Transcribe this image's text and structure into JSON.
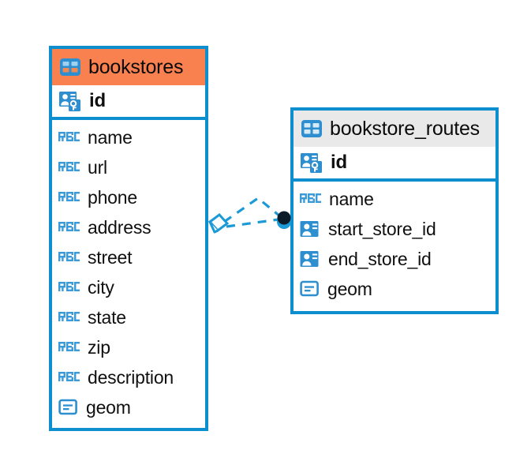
{
  "diagram": {
    "type": "entity-relationship-diagram",
    "background": "#ffffff",
    "accent_color": "#0d8ecf",
    "header_highlight_color": "#f98150",
    "header_default_color": "#e9e9e9",
    "text_color": "#101010"
  },
  "entities": [
    {
      "id": "bookstores",
      "name": "bookstores",
      "header_icon": "table-icon",
      "header_color": "#f98150",
      "selected": true,
      "primary_key": {
        "name": "id",
        "icon": "primary-key-icon"
      },
      "fields": [
        {
          "name": "name",
          "icon": "abc-text-icon"
        },
        {
          "name": "url",
          "icon": "abc-text-icon"
        },
        {
          "name": "phone",
          "icon": "abc-text-icon"
        },
        {
          "name": "address",
          "icon": "abc-text-icon"
        },
        {
          "name": "street",
          "icon": "abc-text-icon"
        },
        {
          "name": "city",
          "icon": "abc-text-icon"
        },
        {
          "name": "state",
          "icon": "abc-text-icon"
        },
        {
          "name": "zip",
          "icon": "abc-text-icon"
        },
        {
          "name": "description",
          "icon": "abc-text-icon"
        },
        {
          "name": "geom",
          "icon": "geometry-icon"
        }
      ]
    },
    {
      "id": "bookstore_routes",
      "name": "bookstore_routes",
      "header_icon": "table-icon",
      "header_color": "#e9e9e9",
      "selected": false,
      "primary_key": {
        "name": "id",
        "icon": "primary-key-icon"
      },
      "fields": [
        {
          "name": "name",
          "icon": "abc-text-icon"
        },
        {
          "name": "start_store_id",
          "icon": "foreign-key-icon"
        },
        {
          "name": "end_store_id",
          "icon": "foreign-key-icon"
        },
        {
          "name": "geom",
          "icon": "geometry-icon"
        }
      ]
    }
  ],
  "relationships": [
    {
      "id": "rel-start-store",
      "from_entity": "bookstores",
      "to_entity": "bookstore_routes",
      "from_field": "id",
      "to_field": "start_store_id",
      "line_style": "dashed",
      "color": "#1b9ad6",
      "source_endpoint": "diamond-endpoint",
      "target_endpoint": "filled-circle-endpoint"
    },
    {
      "id": "rel-end-store",
      "from_entity": "bookstores",
      "to_entity": "bookstore_routes",
      "from_field": "id",
      "to_field": "end_store_id",
      "line_style": "dashed",
      "color": "#1b9ad6",
      "source_endpoint": "diamond-endpoint",
      "target_endpoint": "filled-circle-endpoint"
    }
  ]
}
